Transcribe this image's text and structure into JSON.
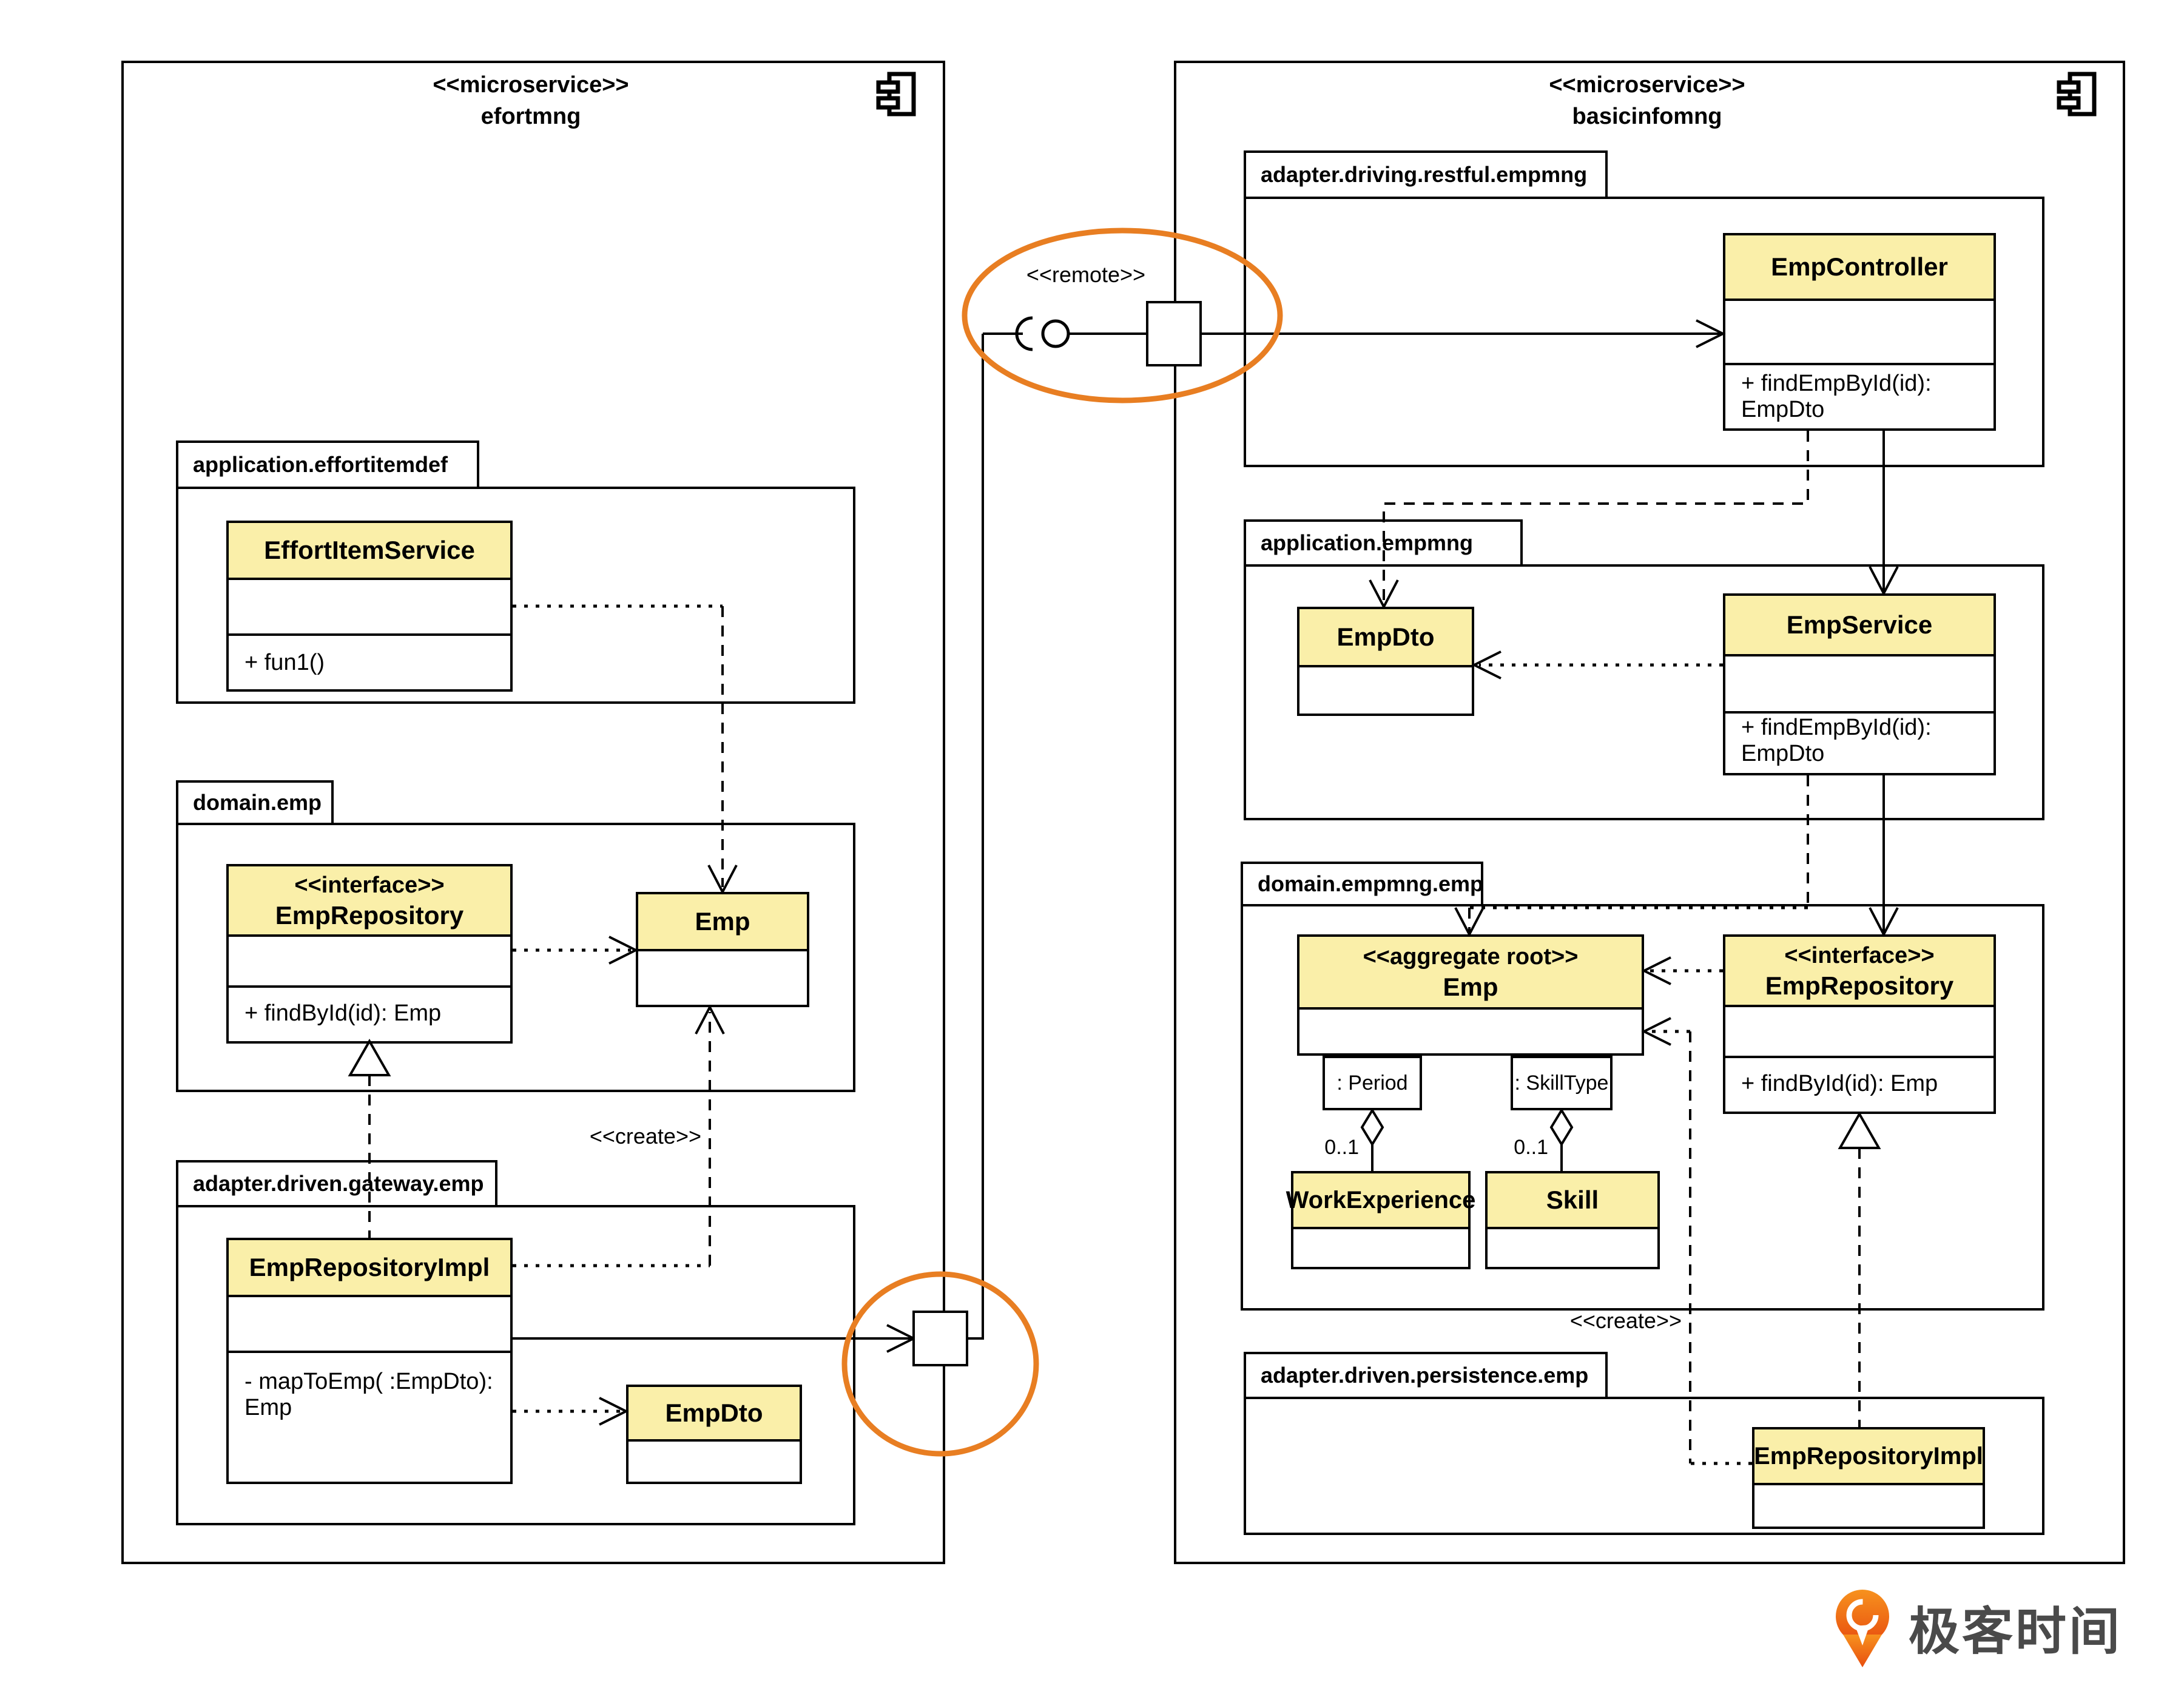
{
  "colors": {
    "class_header_fill": "#FAEFA9",
    "line": "#000000",
    "highlight_orange": "#E87E22",
    "logo_orange": "#F15B17",
    "logo_text_color": "#4A4A4A",
    "background": "#FFFFFF"
  },
  "left_service": {
    "stereotype": "<<microservice>>",
    "name": "efortmng"
  },
  "right_service": {
    "stereotype": "<<microservice>>",
    "name": "basicinfomng"
  },
  "packages": {
    "effortitemdef": "application.effortitemdef",
    "domain_emp": "domain.emp",
    "gateway_emp": "adapter.driven.gateway.emp",
    "restful_empmng": "adapter.driving.restful.empmng",
    "application_empmng": "application.empmng",
    "domain_empmng_emp": "domain.empmng.emp",
    "persistence_emp": "adapter.driven.persistence.emp"
  },
  "classes": {
    "effort_item_service": {
      "name": "EffortItemService",
      "ops": [
        "+ fun1()"
      ]
    },
    "emp_repository_left": {
      "stereotype": "<<interface>>",
      "name": "EmpRepository",
      "ops": [
        "+ findById(id): Emp"
      ]
    },
    "emp_left": {
      "name": "Emp"
    },
    "emp_repository_impl_left": {
      "name": "EmpRepositoryImpl",
      "ops": [
        "- mapToEmp( :EmpDto): Emp"
      ]
    },
    "emp_dto_left": {
      "name": "EmpDto"
    },
    "emp_controller": {
      "name": "EmpController",
      "ops": [
        "+ findEmpById(id): EmpDto"
      ]
    },
    "emp_dto_right": {
      "name": "EmpDto"
    },
    "emp_service": {
      "name": "EmpService",
      "ops": [
        "+ findEmpById(id): EmpDto"
      ]
    },
    "emp_aggregate": {
      "stereotype": "<<aggregate root>>",
      "name": "Emp"
    },
    "work_experience": {
      "name": "WorkExperience"
    },
    "skill": {
      "name": "Skill"
    },
    "emp_repository_right": {
      "stereotype": "<<interface>>",
      "name": "EmpRepository",
      "ops": [
        "+ findById(id): Emp"
      ]
    },
    "emp_repository_impl_right": {
      "name": "EmpRepositoryImpl"
    }
  },
  "parts": {
    "period": ": Period",
    "skill_type": ": SkillType"
  },
  "labels": {
    "remote": "<<remote>>",
    "create_left": "<<create>>",
    "create_right": "<<create>>"
  },
  "multiplicities": {
    "work_experience": "0..1",
    "skill": "0..1"
  },
  "logo": {
    "text": "极客时间"
  }
}
